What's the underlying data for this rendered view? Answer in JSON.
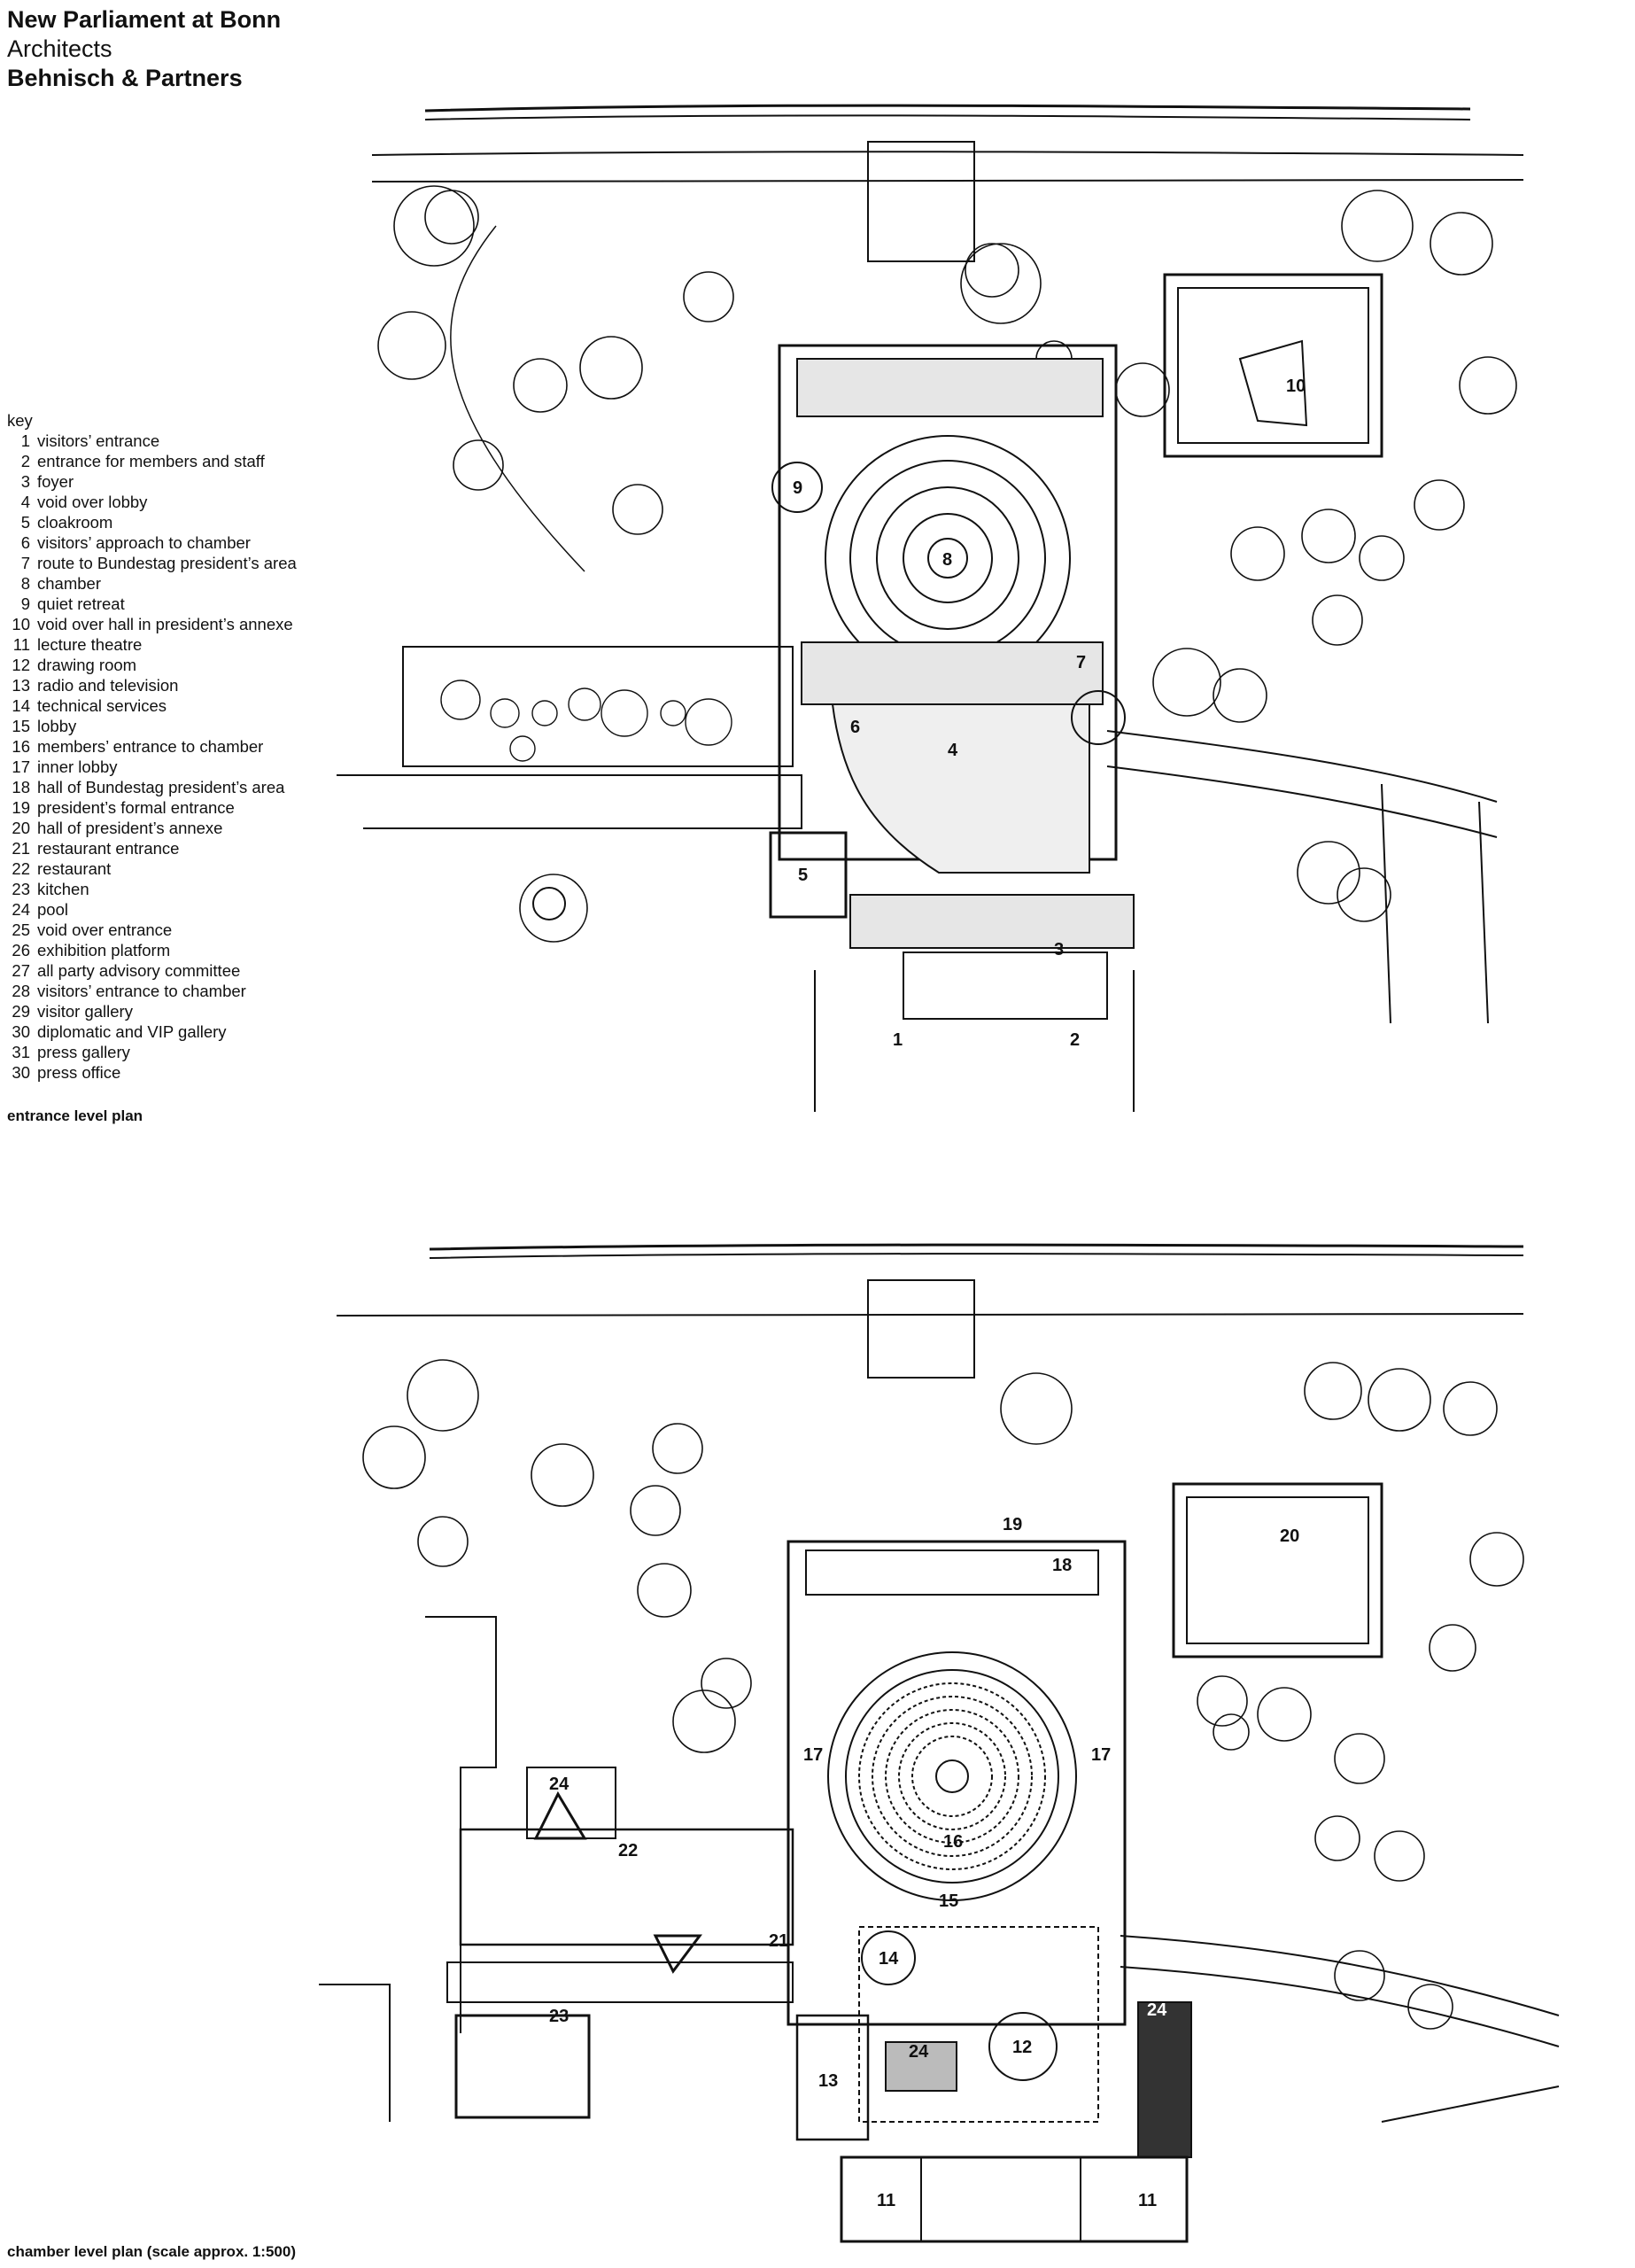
{
  "header": {
    "title": "New Parliament at Bonn",
    "architects_label": "Architects",
    "firm": "Behnisch & Partners"
  },
  "key": {
    "title": "key",
    "items": [
      {
        "n": "1",
        "label": "visitors’ entrance"
      },
      {
        "n": "2",
        "label": "entrance for members and staff"
      },
      {
        "n": "3",
        "label": "foyer"
      },
      {
        "n": "4",
        "label": "void over lobby"
      },
      {
        "n": "5",
        "label": "cloakroom"
      },
      {
        "n": "6",
        "label": "visitors’ approach to chamber"
      },
      {
        "n": "7",
        "label": "route to Bundestag president’s area"
      },
      {
        "n": "8",
        "label": "chamber"
      },
      {
        "n": "9",
        "label": "quiet retreat"
      },
      {
        "n": "10",
        "label": "void over hall in president’s annexe"
      },
      {
        "n": "11",
        "label": "lecture theatre"
      },
      {
        "n": "12",
        "label": "drawing room"
      },
      {
        "n": "13",
        "label": "radio and television"
      },
      {
        "n": "14",
        "label": "technical services"
      },
      {
        "n": "15",
        "label": "lobby"
      },
      {
        "n": "16",
        "label": "members’ entrance to chamber"
      },
      {
        "n": "17",
        "label": "inner lobby"
      },
      {
        "n": "18",
        "label": "hall of Bundestag president’s area"
      },
      {
        "n": "19",
        "label": "president’s formal entrance"
      },
      {
        "n": "20",
        "label": "hall of president’s annexe"
      },
      {
        "n": "21",
        "label": "restaurant entrance"
      },
      {
        "n": "22",
        "label": "restaurant"
      },
      {
        "n": "23",
        "label": "kitchen"
      },
      {
        "n": "24",
        "label": "pool"
      },
      {
        "n": "25",
        "label": "void over entrance"
      },
      {
        "n": "26",
        "label": "exhibition platform"
      },
      {
        "n": "27",
        "label": "all party advisory committee"
      },
      {
        "n": "28",
        "label": "visitors’ entrance to chamber"
      },
      {
        "n": "29",
        "label": "visitor gallery"
      },
      {
        "n": "30",
        "label": "diplomatic and VIP gallery"
      },
      {
        "n": "31",
        "label": "press gallery"
      },
      {
        "n": "30",
        "label": "press office"
      }
    ]
  },
  "captions": {
    "entrance": "entrance level plan",
    "chamber": "chamber level plan (scale approx. 1:500)"
  },
  "plan_entrance": {
    "labels": {
      "l1": "1",
      "l2": "2",
      "l3": "3",
      "l4": "4",
      "l5": "5",
      "l6": "6",
      "l7": "7",
      "l8": "8",
      "l9": "9",
      "l10": "10"
    }
  },
  "plan_chamber": {
    "labels": {
      "l11a": "11",
      "l11b": "11",
      "l12": "12",
      "l13": "13",
      "l14": "14",
      "l15": "15",
      "l16": "16",
      "l17a": "17",
      "l17b": "17",
      "l18": "18",
      "l19": "19",
      "l20": "20",
      "l21": "21",
      "l22": "22",
      "l23": "23",
      "l24a": "24",
      "l24b": "24",
      "l24c": "24"
    }
  }
}
